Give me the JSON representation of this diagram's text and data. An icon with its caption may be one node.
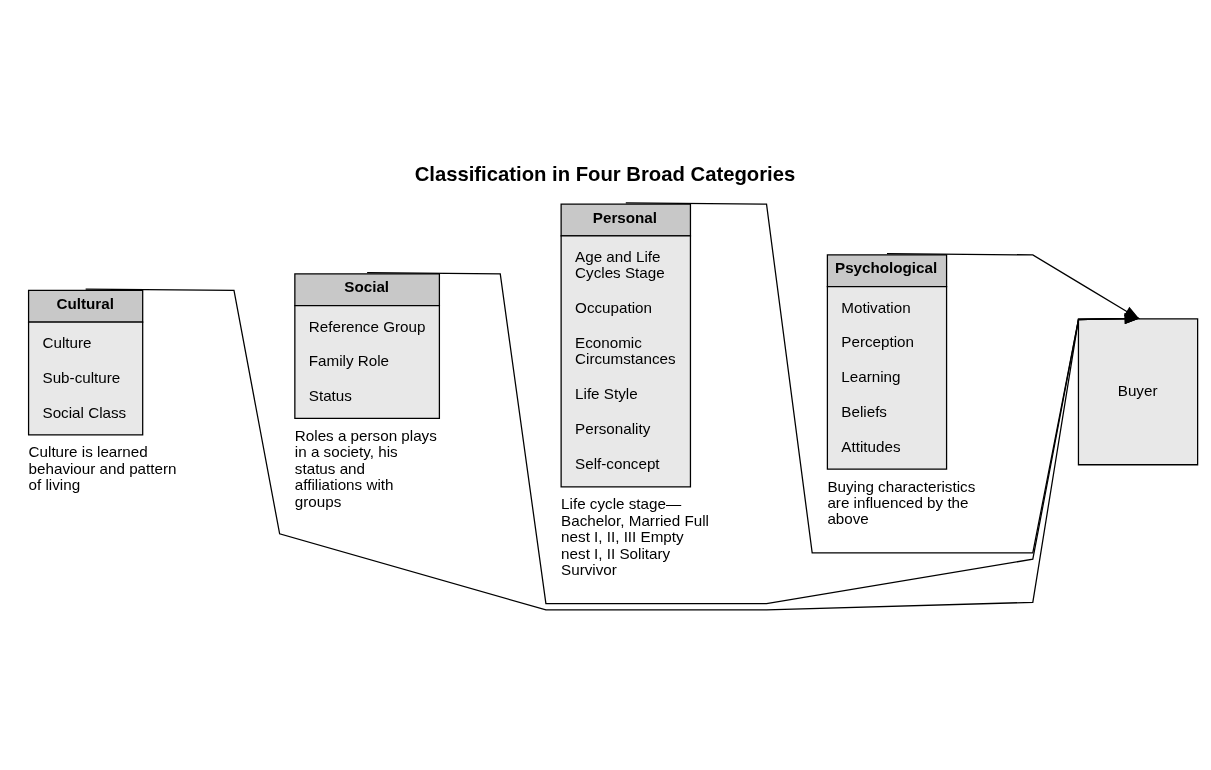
{
  "diagram": {
    "title": "Classification in Four Broad Categories",
    "nodes": [
      {
        "text": [
          "Cultural",
          "Culture",
          "Sub-culture",
          "Social Class"
        ],
        "beside": [
          "Culture is learned behaviour and pattern of living"
        ]
      },
      {
        "text": [
          "Social",
          "Reference Group",
          "Family Role",
          "Status"
        ],
        "beside": [
          "Roles a person plays in a society, his status and affiliations with groups"
        ]
      },
      {
        "text": [
          "Personal",
          "Age and Life Cycles Stage",
          "Occupation",
          "Economic Circumstances",
          "Life Style",
          "Personality",
          "Self-concept"
        ],
        "beside": [
          "Life cycle stage— Bachelor, Married Full nest I, II, III Empty nest I, II Solitary Survivor"
        ]
      },
      {
        "text": [
          "Psychological",
          "Motivation",
          "Perception",
          "Learning",
          "Beliefs",
          "Attitudes"
        ],
        "beside": [
          "Buying characteristics are influenced by the above"
        ]
      },
      {
        "text": [
          "Buyer"
        ]
      }
    ],
    "edges": [
      {
        "from": 0,
        "to": 4,
        "arrow": "to"
      },
      {
        "from": 1,
        "to": 4,
        "arrow": "to"
      },
      {
        "from": 2,
        "to": 4,
        "arrow": "to"
      },
      {
        "from": 3,
        "to": 4,
        "arrow": "to"
      }
    ]
  }
}
